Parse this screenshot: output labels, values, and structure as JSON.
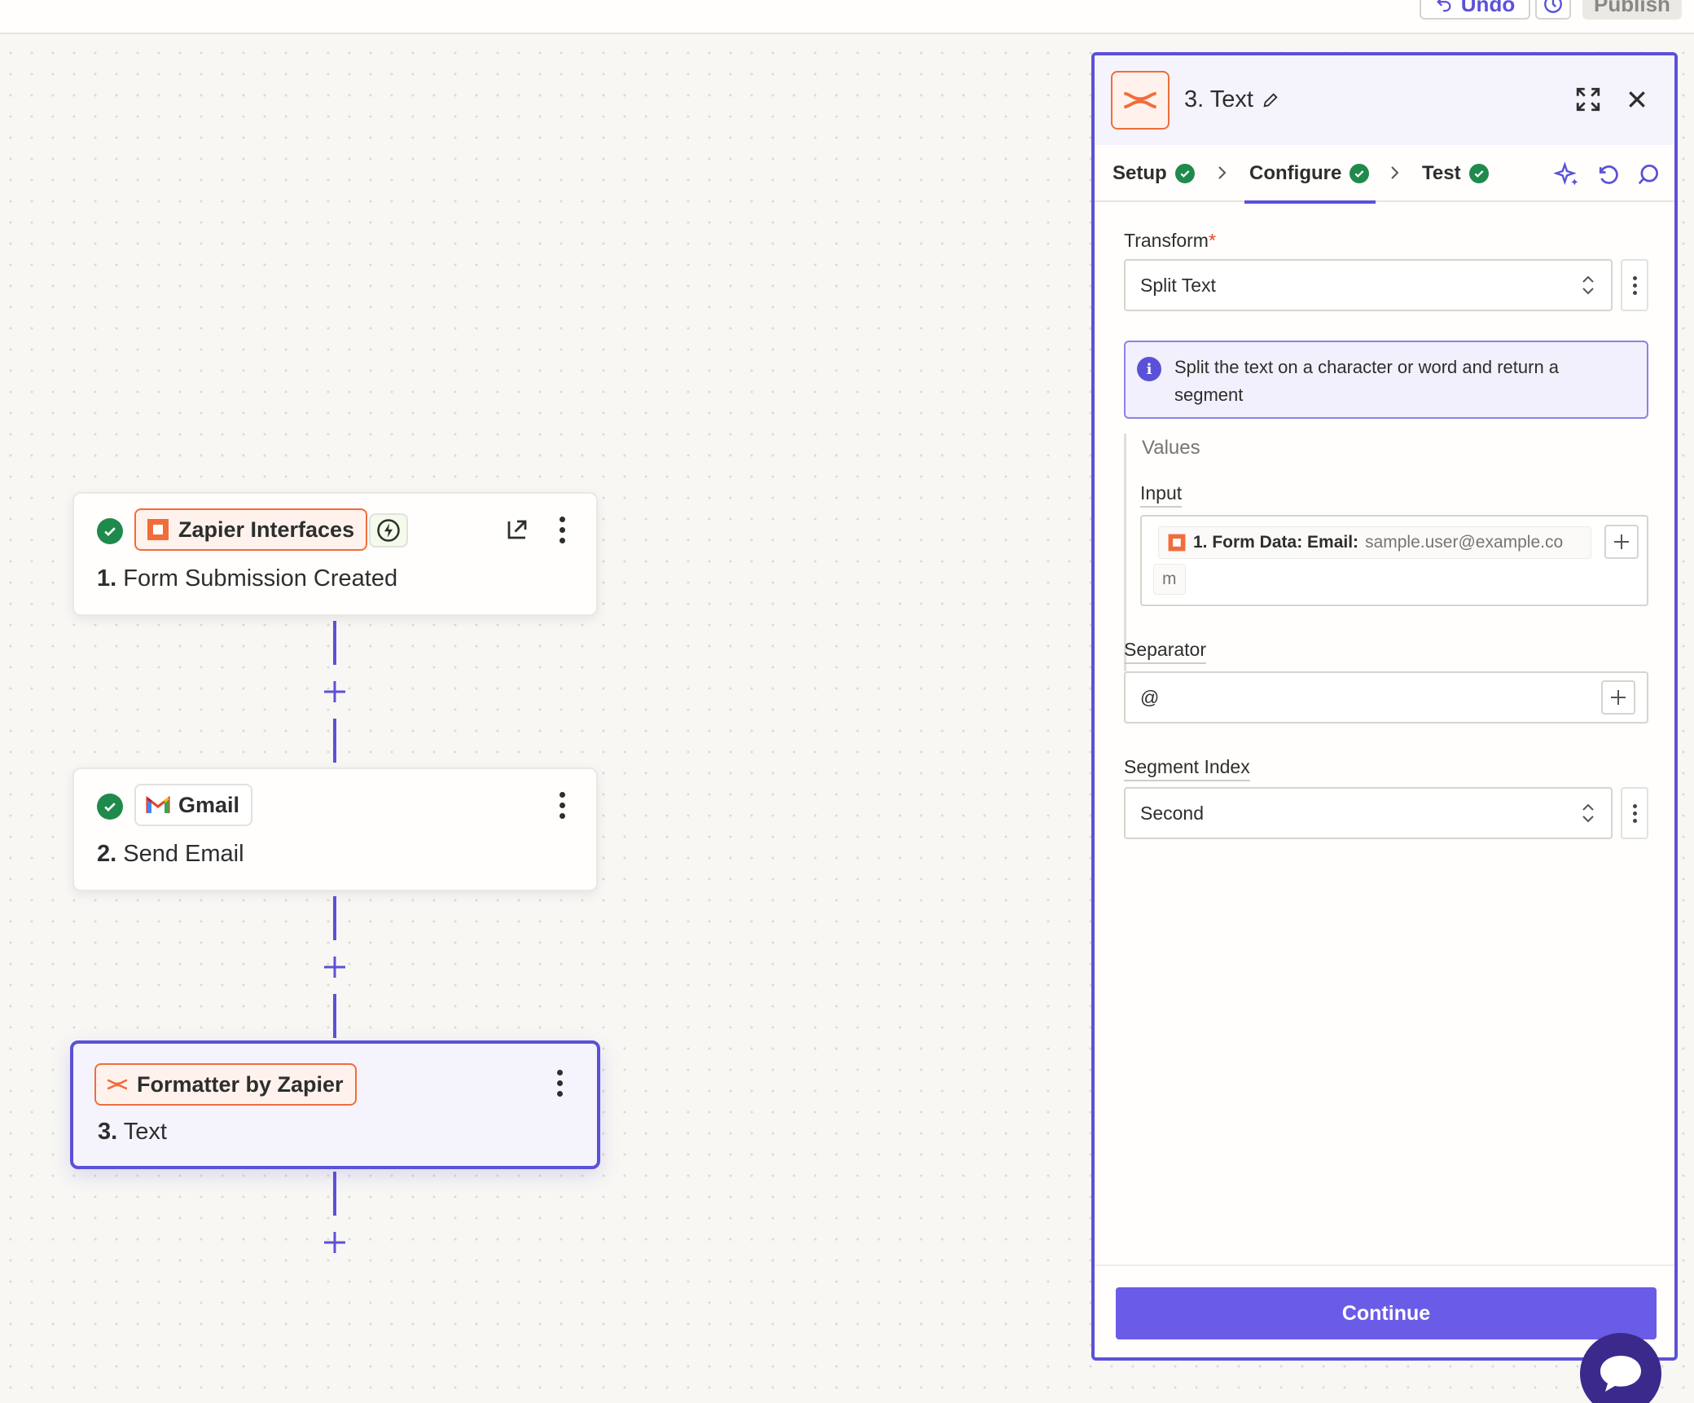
{
  "topbar": {
    "undo_label": "Undo",
    "publish_label": "Publish"
  },
  "canvas": {
    "nodes": [
      {
        "step": "1.",
        "title": "Form Submission Created",
        "app": "Zapier Interfaces",
        "status": "complete"
      },
      {
        "step": "2.",
        "title": "Send Email",
        "app": "Gmail",
        "status": "complete"
      },
      {
        "step": "3.",
        "title": "Text",
        "app": "Formatter by Zapier",
        "status": "selected"
      }
    ]
  },
  "panel": {
    "title": "3. Text",
    "tabs": [
      {
        "label": "Setup",
        "complete": true
      },
      {
        "label": "Configure",
        "complete": true,
        "active": true
      },
      {
        "label": "Test",
        "complete": true
      }
    ],
    "transform": {
      "label": "Transform",
      "required_mark": "*",
      "value": "Split Text"
    },
    "info_text": "Split the text on a character or word and return a segment",
    "values_heading": "Values",
    "input": {
      "label": "Input",
      "chip_label": "1. Form Data: Email:",
      "chip_value": "sample.user@example.co",
      "chip_value_cont": "m"
    },
    "separator": {
      "label": "Separator",
      "value": "@"
    },
    "segment_index": {
      "label": "Segment Index",
      "value": "Second"
    },
    "continue_label": "Continue"
  },
  "colors": {
    "accent": "#5b51d8",
    "button": "#6b5ce7",
    "success": "#1f8a4c",
    "zapier_orange": "#f26c3a",
    "chat": "#3b2a8c"
  }
}
